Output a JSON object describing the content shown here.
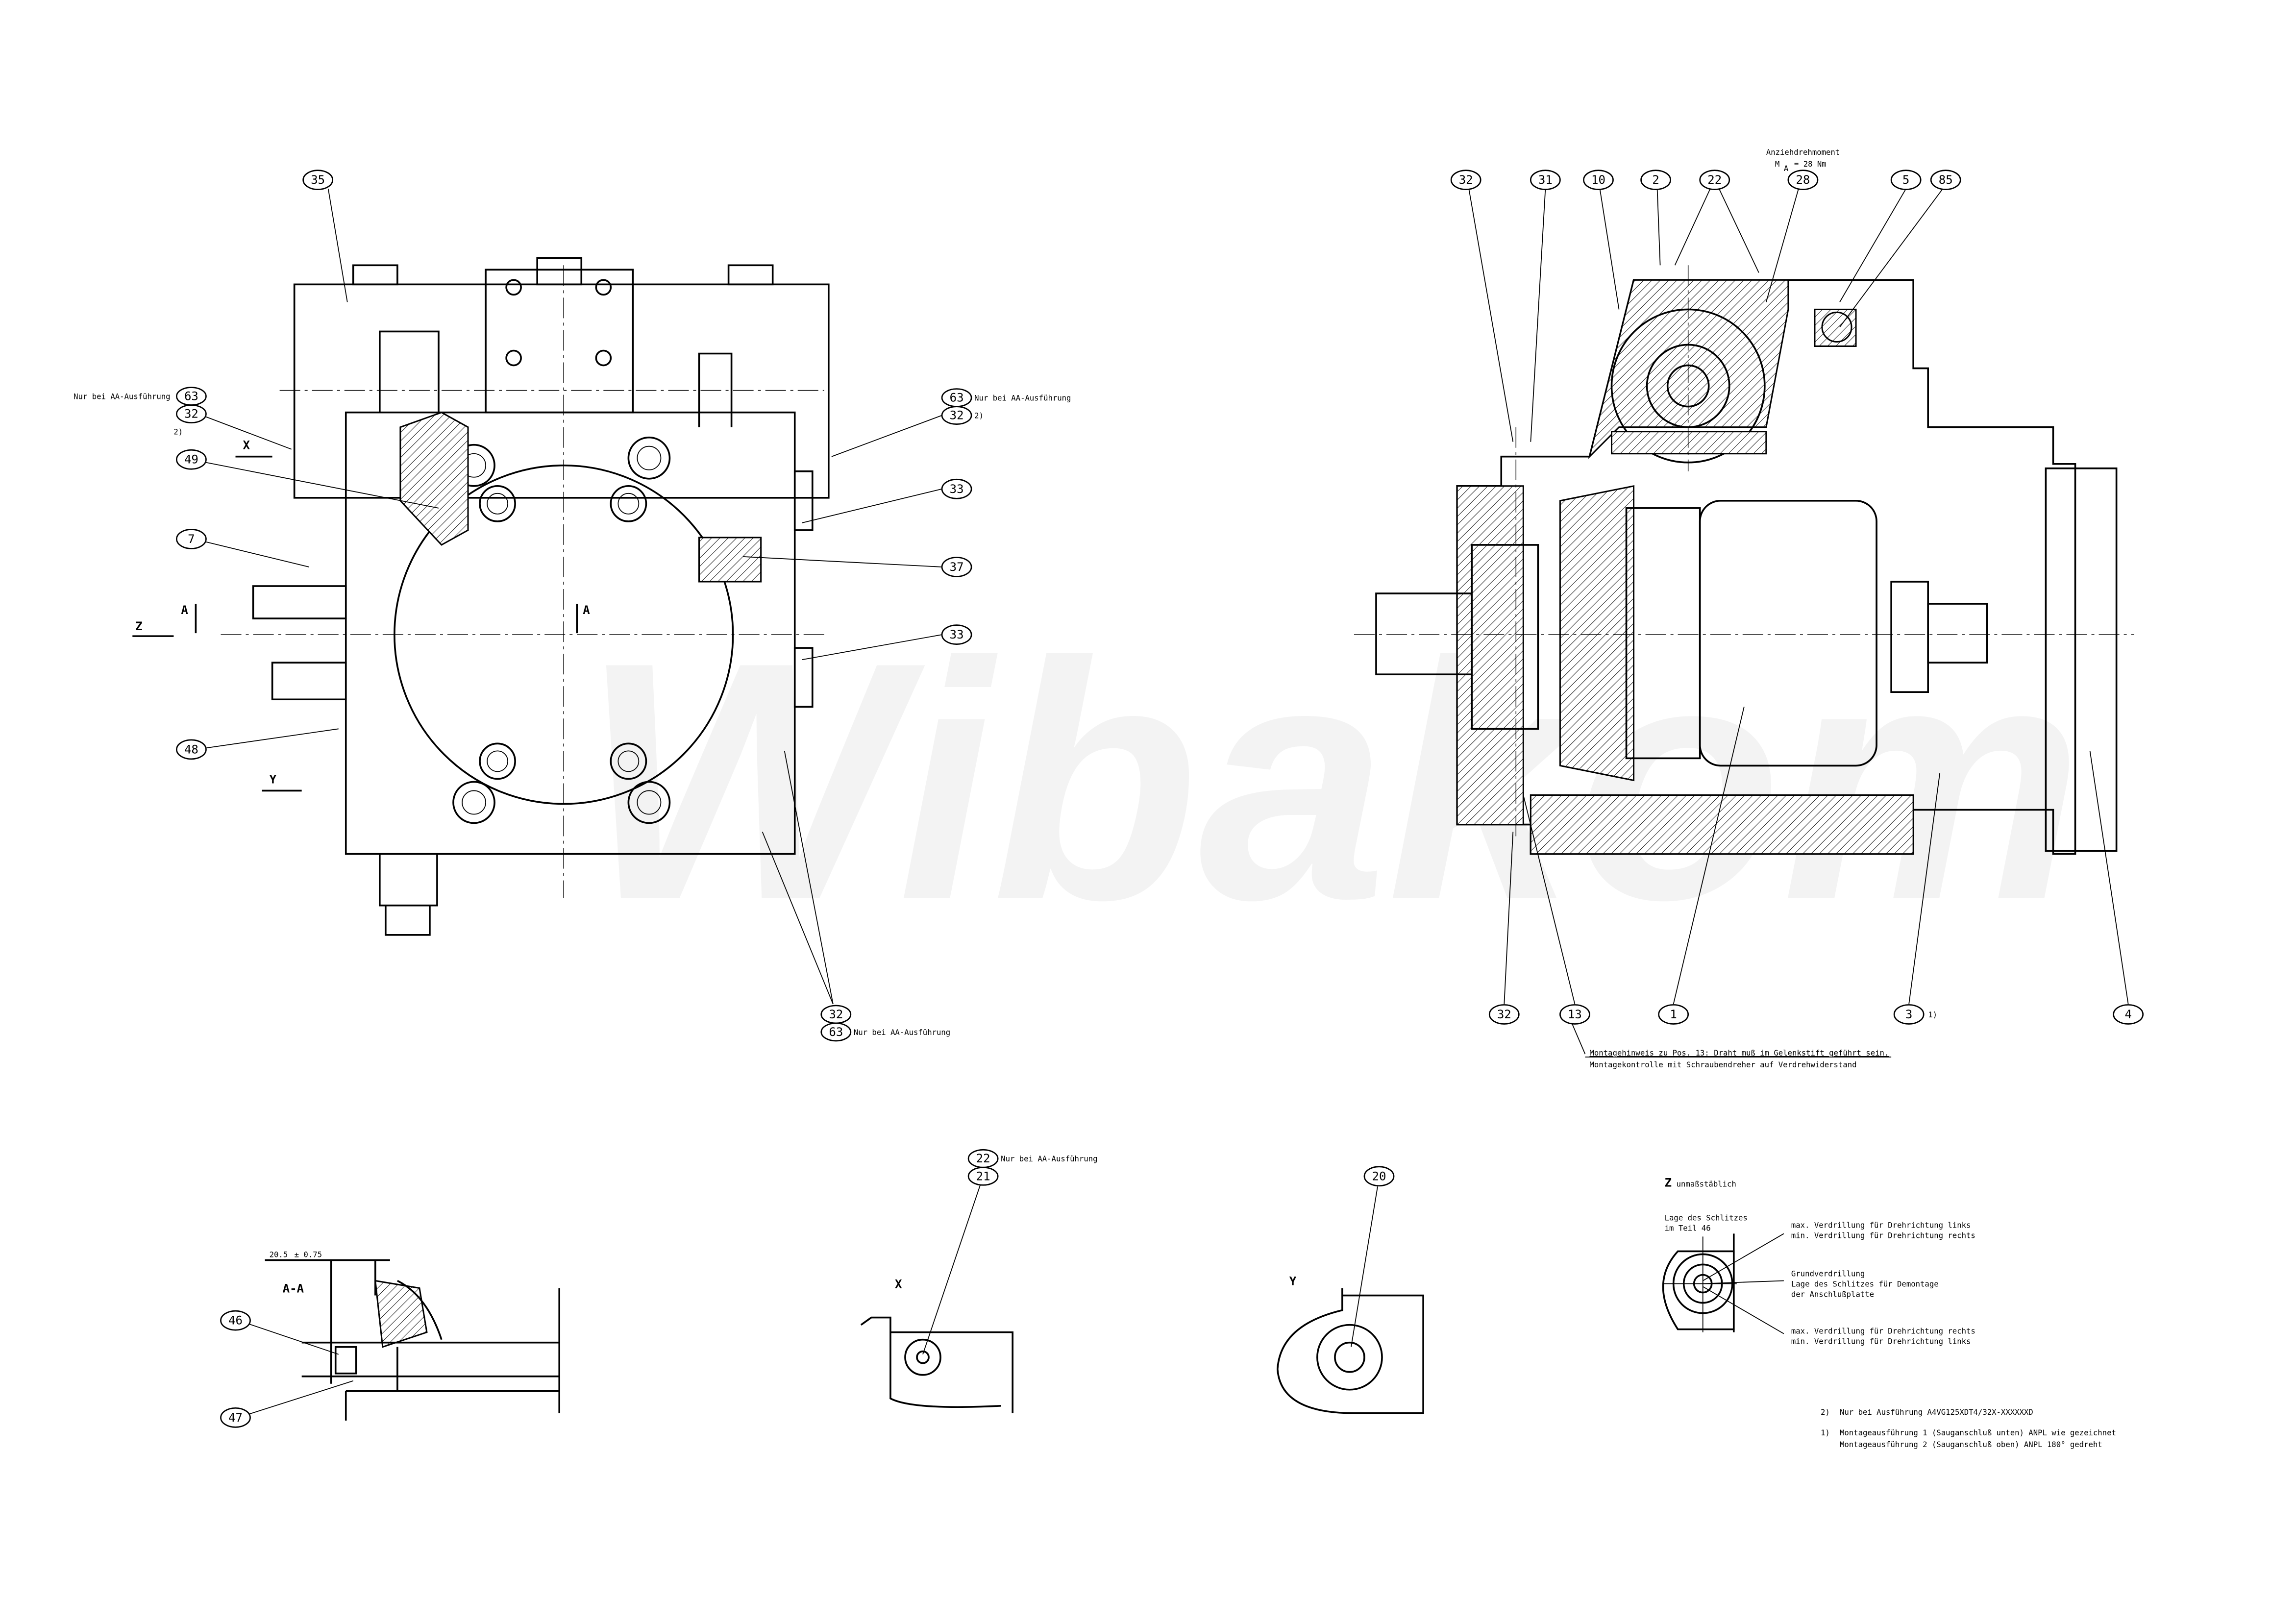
{
  "watermark": "Wibakom",
  "left_view": {
    "balloons": [
      "35",
      "63",
      "32",
      "49",
      "7",
      "48",
      "63",
      "32",
      "33",
      "37",
      "33",
      "32",
      "63"
    ],
    "note_aa": "Nur bei AA-Ausführung",
    "footnote_ref": "2)",
    "view_labels": {
      "x": "X",
      "y": "Y",
      "z": "Z",
      "a1": "A",
      "a2": "A"
    }
  },
  "right_view": {
    "top_balloons": [
      "32",
      "31",
      "10",
      "2",
      "22",
      "28",
      "5",
      "85"
    ],
    "bottom_balloons": [
      "32",
      "13",
      "1",
      "3",
      "4"
    ],
    "footnote_ref": "1)",
    "torque_label": "Anziehdrehmoment",
    "torque_value": "M",
    "torque_sub": "A",
    "torque_eq": "= 28 Nm",
    "assembly_note_1": "Montagehinweis zu Pos. 13: Draht muß im Gelenkstift geführt sein.",
    "assembly_note_2": "Montagekontrolle mit Schraubendreher auf Verdrehwiderstand"
  },
  "section_aa": {
    "title": "A-A",
    "dimension": "20.5",
    "tolerance": "± 0.75",
    "balloons": [
      "46",
      "47"
    ]
  },
  "view_x": {
    "title": "X",
    "balloons": [
      "22",
      "21"
    ],
    "note": "Nur bei AA-Ausführung"
  },
  "view_y": {
    "title": "Y",
    "balloons": [
      "20"
    ]
  },
  "view_z": {
    "title": "Z",
    "scale_note": "unmaßstäblich",
    "slot_label_1": "Lage des Schlitzes",
    "slot_label_2": "im Teil 46",
    "top_1": "max. Verdrillung für Drehrichtung links",
    "top_2": "min. Verdrillung für Drehrichtung rechts",
    "mid_1": "Grundverdrillung",
    "mid_2": "Lage des Schlitzes für Demontage",
    "mid_3": "der Anschlußplatte",
    "bot_1": "max. Verdrillung für Drehrichtung rechts",
    "bot_2": "min. Verdrillung für Drehrichtung links"
  },
  "footnotes": {
    "fn2_mark": "2)",
    "fn2": "Nur bei Ausführung A4VG125XDT4/32X-XXXXXXD",
    "fn1_mark": "1)",
    "fn1_a": "Montageausführung 1 (Sauganschluß unten) ANPL wie gezeichnet",
    "fn1_b": "Montageausführung 2 (Sauganschluß oben) ANPL 180° gedreht"
  }
}
